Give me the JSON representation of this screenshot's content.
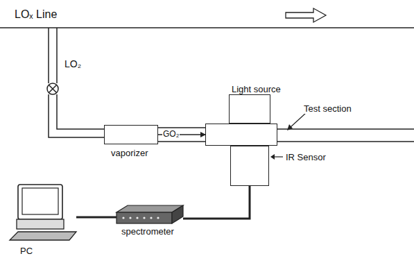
{
  "diagram": {
    "nodes": [
      {
        "text": [
          "vaporizer"
        ]
      },
      {
        "text": [
          "Test section"
        ]
      },
      {
        "text": [
          "Light source"
        ]
      },
      {
        "text": [
          "IR Sensor"
        ]
      },
      {
        "text": [
          "spectrometer"
        ]
      },
      {
        "text": [
          "PC"
        ]
      }
    ],
    "edges": [
      {
        "from": 0,
        "to": 1,
        "label": "GO₂",
        "arrow": "to"
      },
      {
        "from": 3,
        "to": 4,
        "arrow": "none"
      },
      {
        "from": 4,
        "to": 5,
        "arrow": "none"
      }
    ],
    "labels": [
      "LOₓ Line",
      "LO₂"
    ]
  }
}
